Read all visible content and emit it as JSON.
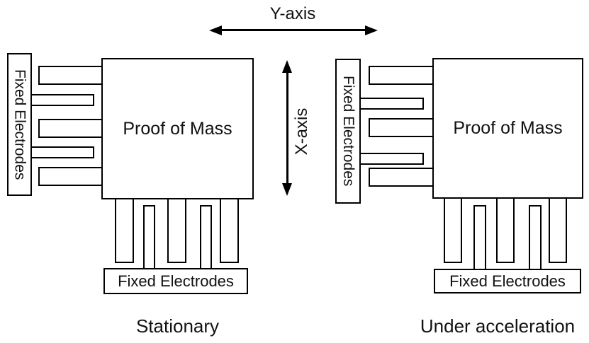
{
  "axes": {
    "y_label": "Y-axis",
    "x_label": "X-axis"
  },
  "diagrams": [
    {
      "caption": "Stationary",
      "proof_mass_label": "Proof of Mass",
      "side_electrodes_label": "Fixed Electrodes",
      "bottom_electrodes_label": "Fixed Electrodes"
    },
    {
      "caption": "Under acceleration",
      "proof_mass_label": "Proof of Mass",
      "side_electrodes_label": "Fixed Electrodes",
      "bottom_electrodes_label": "Fixed Electrodes"
    }
  ],
  "colors": {
    "line": "#000000",
    "text": "#111111",
    "background": "#ffffff"
  }
}
